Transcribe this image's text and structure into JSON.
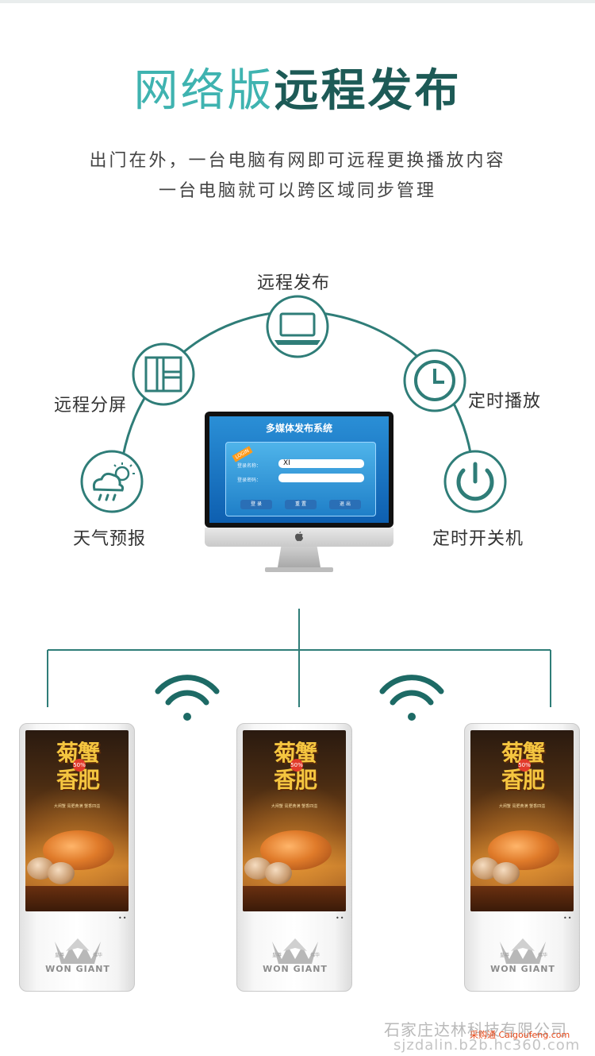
{
  "title": {
    "part1": "网络版",
    "part2": "远程发布"
  },
  "subtitle": {
    "line1": "出门在外，一台电脑有网即可远程更换播放内容",
    "line2": "一台电脑就可以跨区域同步管理"
  },
  "features": [
    {
      "label": "远程发布",
      "icon": "laptop-icon"
    },
    {
      "label": "远程分屏",
      "icon": "split-screen-icon"
    },
    {
      "label": "定时播放",
      "icon": "clock-icon"
    },
    {
      "label": "天气预报",
      "icon": "weather-icon"
    },
    {
      "label": "定时开关机",
      "icon": "power-icon"
    }
  ],
  "monitor": {
    "system_title": "多媒体发布系统",
    "login_tag": "LOGIN",
    "username_label": "登录名称：",
    "username_value": "XI",
    "password_label": "登录密码：",
    "buttons": [
      "登 录",
      "重 置",
      "退 出"
    ]
  },
  "kiosk": {
    "headline_line1": "菊蟹",
    "headline_line2": "香肥",
    "badge": "50%",
    "small_text": "大闸蟹 膏肥黄满 蟹香四溢",
    "brand": "WON GIANT",
    "brand_cn_left": "皇尊",
    "brand_cn_right": "伟华",
    "dots": "••",
    "count": 3
  },
  "colors": {
    "accent": "#3fb3b0",
    "dark_teal": "#1d5a56",
    "line": "#2f7d78",
    "circle_border": "#2f7d78"
  },
  "footer": {
    "company": "石家庄达林科技有限公司",
    "watermark": "采购通 Caigoufeng.com",
    "url": "sjzdalin.b2b.hc360.com"
  }
}
